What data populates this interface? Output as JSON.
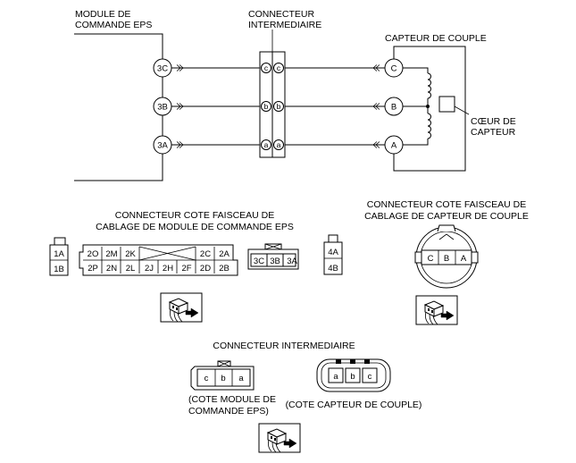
{
  "wiring": {
    "eps_module_title": [
      "MODULE DE",
      "COMMANDE EPS"
    ],
    "eps_pins": [
      "3C",
      "3B",
      "3A"
    ],
    "intermediate_title": [
      "CONNECTEUR",
      "INTERMEDIAIRE"
    ],
    "intermediate_pins_left": [
      "c",
      "b",
      "a"
    ],
    "intermediate_pins_right": [
      "c",
      "b",
      "a"
    ],
    "sensor_title": "CAPTEUR DE COUPLE",
    "sensor_pins": [
      "C",
      "B",
      "A"
    ],
    "sensor_core_label": [
      "CŒUR DE",
      "CAPTEUR"
    ]
  },
  "harness_eps": {
    "title": [
      "CONNECTEUR COTE FAISCEAU DE",
      "CABLAGE DE MODULE DE COMMANDE EPS"
    ],
    "left_small": [
      "1A",
      "1B"
    ],
    "main_top": [
      "2O",
      "2M",
      "2K",
      "2C",
      "2A"
    ],
    "main_bottom": [
      "2P",
      "2N",
      "2L",
      "2J",
      "2H",
      "2F",
      "2D",
      "2B"
    ],
    "mid_pins": [
      "3C",
      "3B",
      "3A"
    ],
    "right_small": [
      "4A",
      "4B"
    ]
  },
  "harness_sensor": {
    "title": [
      "CONNECTEUR COTE FAISCEAU DE",
      "CABLAGE DE CAPTEUR DE COUPLE"
    ],
    "pins": [
      "C",
      "B",
      "A"
    ]
  },
  "intermediate_connector": {
    "title": "CONNECTEUR INTERMEDIAIRE",
    "eps_side_pins": [
      "c",
      "b",
      "a"
    ],
    "eps_side_caption": [
      "(COTE MODULE DE",
      "COMMANDE EPS)"
    ],
    "sensor_side_pins": [
      "a",
      "b",
      "c"
    ],
    "sensor_side_caption": "(COTE CAPTEUR DE COUPLE)"
  },
  "icons": [
    "connector-view-icon",
    "connector-view-icon",
    "connector-view-icon"
  ]
}
